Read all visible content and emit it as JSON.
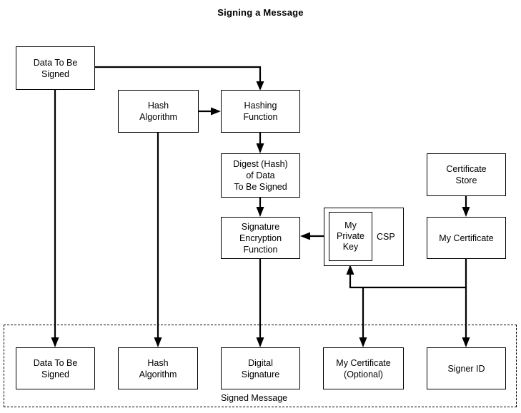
{
  "title": "Signing a Message",
  "nodes": {
    "data_to_be_signed_top": "Data To Be\nSigned",
    "hash_algorithm_top": "Hash\nAlgorithm",
    "hashing_function": "Hashing\nFunction",
    "digest": "Digest (Hash)\nof Data\nTo Be Signed",
    "signature_encryption_function": "Signature\nEncryption\nFunction",
    "my_private_key": "My\nPrivate\nKey",
    "csp_label": "CSP",
    "certificate_store": "Certificate\nStore",
    "my_certificate": "My Certificate",
    "data_to_be_signed_out": "Data To Be\nSigned",
    "hash_algorithm_out": "Hash\nAlgorithm",
    "digital_signature": "Digital\nSignature",
    "my_certificate_optional": "My Certificate\n(Optional)",
    "signer_id": "Signer ID"
  },
  "groups": {
    "signed_message_label": "Signed Message"
  },
  "colors": {
    "stroke": "#000000",
    "background": "#ffffff",
    "text": "#000000"
  },
  "edges": [
    {
      "name": "data-to-hashing-function",
      "from": "data_to_be_signed_top",
      "to": "hashing_function"
    },
    {
      "name": "data-to-output-data",
      "from": "data_to_be_signed_top",
      "to": "data_to_be_signed_out"
    },
    {
      "name": "hash-algorithm-to-hashing-function",
      "from": "hash_algorithm_top",
      "to": "hashing_function"
    },
    {
      "name": "hash-algorithm-to-output-hash-algorithm",
      "from": "hash_algorithm_top",
      "to": "hash_algorithm_out"
    },
    {
      "name": "hashing-function-to-digest",
      "from": "hashing_function",
      "to": "digest"
    },
    {
      "name": "digest-to-signature-encryption",
      "from": "digest",
      "to": "signature_encryption_function"
    },
    {
      "name": "private-key-to-signature-encryption",
      "from": "my_private_key",
      "to": "signature_encryption_function"
    },
    {
      "name": "signature-encryption-to-digital-signature",
      "from": "signature_encryption_function",
      "to": "digital_signature"
    },
    {
      "name": "certificate-store-to-my-certificate",
      "from": "certificate_store",
      "to": "my_certificate"
    },
    {
      "name": "my-certificate-to-private-key",
      "from": "my_certificate",
      "to": "my_private_key"
    },
    {
      "name": "my-certificate-to-optional-certificate",
      "from": "my_certificate",
      "to": "my_certificate_optional"
    },
    {
      "name": "my-certificate-to-signer-id",
      "from": "my_certificate",
      "to": "signer_id"
    }
  ]
}
